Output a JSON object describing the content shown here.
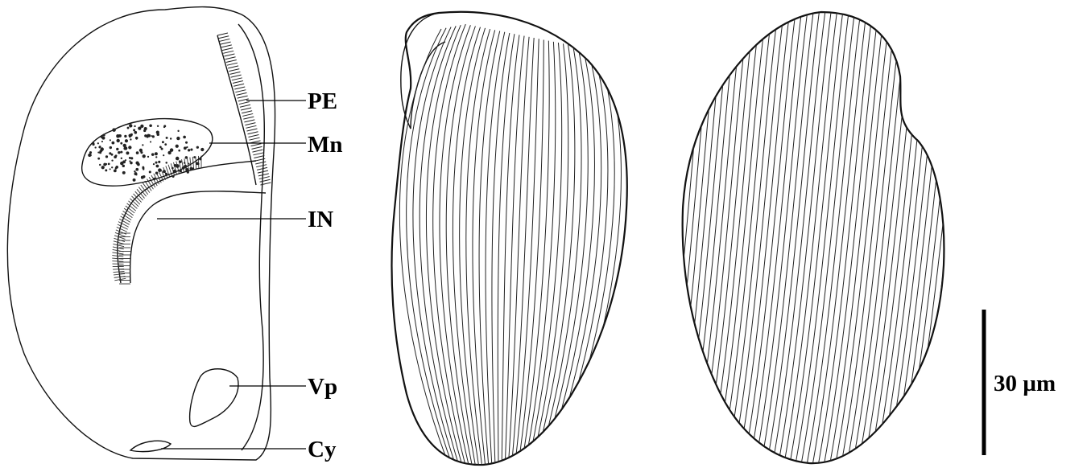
{
  "labels": {
    "pe": "PE",
    "mn": "Mn",
    "in": "IN",
    "vp": "Vp",
    "cy": "Cy"
  },
  "scale_bar": {
    "label": "30 µm"
  },
  "panels": [
    {
      "name": "cell-schematic"
    },
    {
      "name": "ventral-ciliary-pattern"
    },
    {
      "name": "dorsal-ciliary-pattern"
    }
  ]
}
